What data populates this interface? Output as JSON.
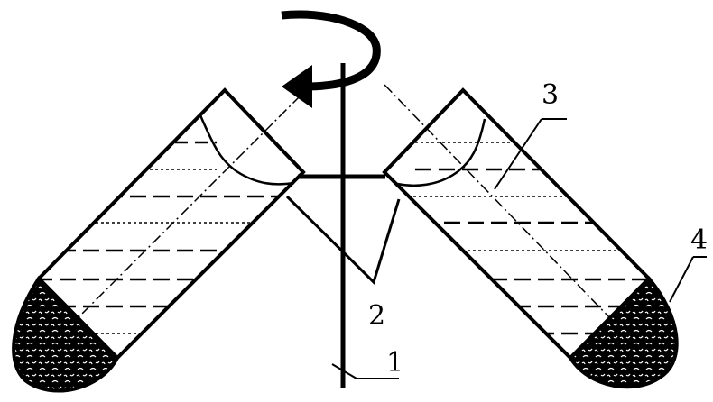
{
  "labels": {
    "rotor_axis": "1",
    "rotor_body": "2",
    "tube_liquid": "3",
    "sediment": "4"
  },
  "colors": {
    "ink": "#000000",
    "background": "#ffffff"
  }
}
